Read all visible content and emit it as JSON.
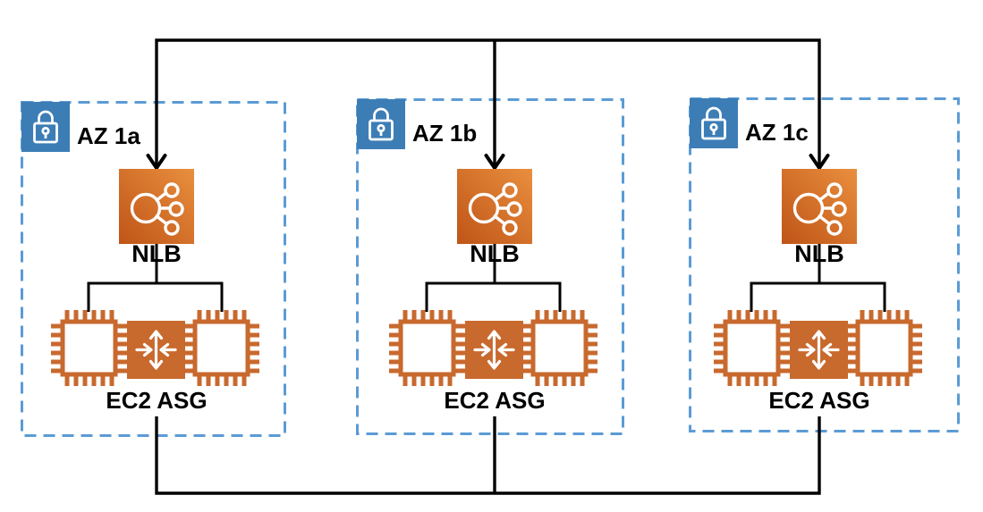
{
  "diagram": {
    "zones": [
      {
        "label": "AZ 1a",
        "nlb_label": "NLB",
        "asg_label": "EC2 ASG"
      },
      {
        "label": "AZ 1b",
        "nlb_label": "NLB",
        "asg_label": "EC2 ASG"
      },
      {
        "label": "AZ 1c",
        "nlb_label": "NLB",
        "asg_label": "EC2 ASG"
      }
    ],
    "icons": {
      "zone_badge": "lock-icon",
      "load_balancer": "network-load-balancer-icon",
      "instances": "ec2-chip-icon",
      "scaling": "auto-scaling-arrows-icon"
    },
    "colors": {
      "background": "#FFFFFF",
      "zone_border": "#5B9BD5",
      "lock_badge": "#3C7DB6",
      "nlb_gradient_dark": "#BF5417",
      "nlb_gradient_light": "#E98F3E",
      "ec2_orange": "#C8692E",
      "connector": "#000000",
      "label_text": "#000000"
    }
  }
}
